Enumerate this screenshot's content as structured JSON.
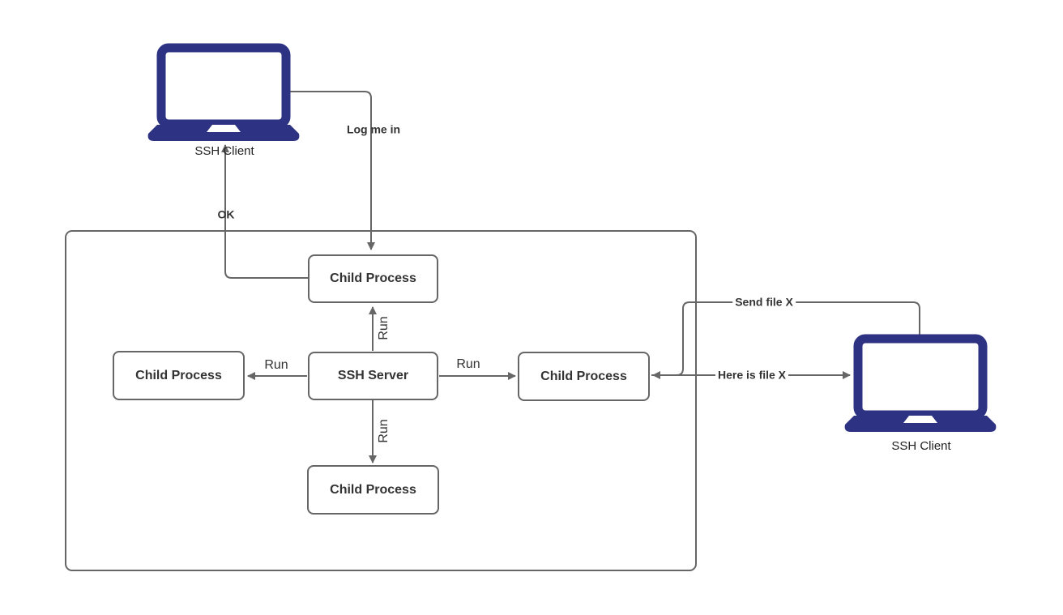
{
  "nodes": {
    "ssh_server": {
      "label": "SSH Server"
    },
    "child_top": {
      "label": "Child Process"
    },
    "child_left": {
      "label": "Child Process"
    },
    "child_right": {
      "label": "Child Process"
    },
    "child_bottom": {
      "label": "Child Process"
    },
    "client_left": {
      "label": "SSH Client"
    },
    "client_right": {
      "label": "SSH Client"
    }
  },
  "edges": {
    "log_me_in": {
      "label": "Log me in"
    },
    "ok": {
      "label": "OK"
    },
    "run_top": {
      "label": "Run"
    },
    "run_left": {
      "label": "Run"
    },
    "run_right": {
      "label": "Run"
    },
    "run_bottom": {
      "label": "Run"
    },
    "send_file": {
      "label": "Send file X"
    },
    "here_is_file": {
      "label": "Here is file X"
    }
  },
  "icons": {
    "client_left": "laptop-icon",
    "client_right": "laptop-icon"
  },
  "colors": {
    "laptop": "#2d3282",
    "stroke": "#666666",
    "box_border": "#666666",
    "text": "#333333",
    "bg": "#ffffff"
  }
}
